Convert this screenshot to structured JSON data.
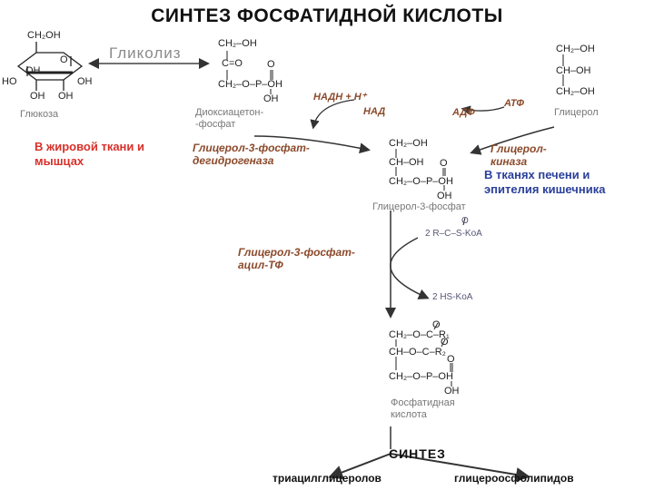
{
  "title": "СИНТЕЗ ФОСФАТИДНОЙ КИСЛОТЫ",
  "glycolysis": "Гликолиз",
  "glucose": {
    "ch2oh": "CH₂OH",
    "o": "O",
    "oh": "OH",
    "ho": "HO",
    "name": "Глюкоза"
  },
  "dhap": {
    "l1": "CH₂–OH",
    "l2": "C=O",
    "l3": "CH₂–O–P–OH",
    "o_top": "O",
    "oh_bottom": "OH",
    "name_l1": "Диоксиацетон-",
    "name_l2": "-фосфат"
  },
  "glycerol": {
    "l1": "CH₂–OH",
    "l2": "CH–OH",
    "l3": "CH₂–OH",
    "name": "Глицерол"
  },
  "cofactors": {
    "nadh": "НАДН + Н⁺",
    "nad": "НАД",
    "adp": "АДФ",
    "atp": "АТФ"
  },
  "tissue_left": [
    "В жировой ткани и",
    "мышцах"
  ],
  "tissue_right": [
    "В тканях печени и",
    "эпителия кишечника"
  ],
  "enzymes": {
    "g3p_dh": [
      "Глицерол-3-фосфат-",
      "дегидрогеназа"
    ],
    "glycerol_kinase": [
      "Глицерол-",
      "киназа"
    ],
    "acyl_tf": [
      "Глицерол-3-фосфат-",
      "ацил-ТФ"
    ]
  },
  "g3p": {
    "l1": "CH₂–OH",
    "l2": "CH–OH",
    "l3": "CH₂–O–P–OH",
    "o_top": "O",
    "oh_bottom": "OH",
    "name": "Глицерол-3-фосфат"
  },
  "acyl": {
    "in": "2 R–C–S-KoA",
    "o": "O",
    "out": "2 HS-KoA"
  },
  "pa": {
    "l1": "CH₂–O–C–R₁",
    "l2": "CH–O–C–R₂",
    "l3": "CH₂–O–P–OH",
    "o1": "O",
    "o2": "O",
    "o3": "O",
    "oh_bottom": "OH",
    "name_l1": "Фосфатидная",
    "name_l2": "кислота"
  },
  "synthesis": "СИНТЕЗ",
  "products": {
    "left": "триацилглицеролов",
    "right": "глицероосфолипидов"
  },
  "colors": {
    "red": "#d8302a",
    "blue": "#2a3f9a",
    "enzyme_brown": "#8b4a2b",
    "arrow": "#333333"
  }
}
